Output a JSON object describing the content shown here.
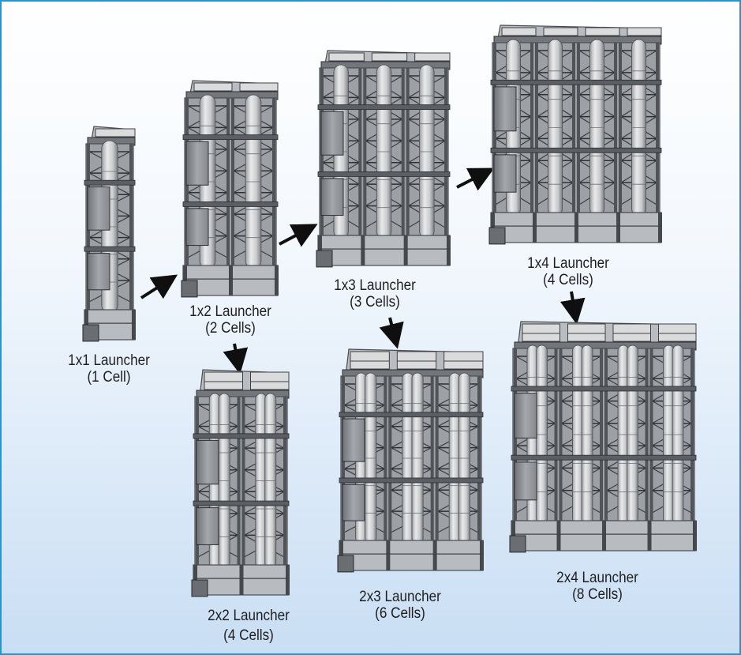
{
  "launchers": [
    {
      "id": "1x1",
      "name": "1x1 Launcher",
      "cells_label": "(1 Cell)",
      "rows": 1,
      "cols": 1,
      "cells": 1
    },
    {
      "id": "1x2",
      "name": "1x2 Launcher",
      "cells_label": "(2 Cells)",
      "rows": 1,
      "cols": 2,
      "cells": 2
    },
    {
      "id": "1x3",
      "name": "1x3 Launcher",
      "cells_label": "(3 Cells)",
      "rows": 1,
      "cols": 3,
      "cells": 3
    },
    {
      "id": "1x4",
      "name": "1x4 Launcher",
      "cells_label": "(4 Cells)",
      "rows": 1,
      "cols": 4,
      "cells": 4
    },
    {
      "id": "2x2",
      "name": "2x2 Launcher",
      "cells_label": "(4 Cells)",
      "rows": 2,
      "cols": 2,
      "cells": 4
    },
    {
      "id": "2x3",
      "name": "2x3 Launcher",
      "cells_label": "(6 Cells)",
      "rows": 2,
      "cols": 3,
      "cells": 6
    },
    {
      "id": "2x4",
      "name": "2x4 Launcher",
      "cells_label": "(8 Cells)",
      "rows": 2,
      "cols": 4,
      "cells": 8
    }
  ],
  "arrows": [
    {
      "from": "1x1",
      "to": "1x2"
    },
    {
      "from": "1x2",
      "to": "1x3"
    },
    {
      "from": "1x3",
      "to": "1x4"
    },
    {
      "from": "1x2",
      "to": "2x2"
    },
    {
      "from": "1x3",
      "to": "2x3"
    },
    {
      "from": "1x4",
      "to": "2x4"
    }
  ],
  "colors": {
    "border": "#1a9ad6",
    "bg_top": "#ffffff",
    "bg_bottom": "#c9def4",
    "tube": "#d2d4d6",
    "frame": "#4a4d52",
    "box": "#8c8f93",
    "text": "#1e1e1e"
  }
}
